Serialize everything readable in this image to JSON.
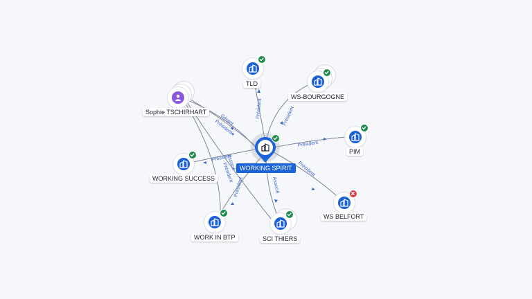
{
  "colors": {
    "accent": "#1b63d8",
    "company": "#1b5fd6",
    "person": "#8a56e0",
    "ok": "#1f8a4c",
    "ko": "#d63a4a",
    "edge_label": "#3b66c4"
  },
  "center": {
    "label": "WORKING SPIRIT",
    "icon": "building-icon",
    "status": "ok"
  },
  "nodes": [
    {
      "id": "tld",
      "label": "TLD",
      "type": "company",
      "status": "ok"
    },
    {
      "id": "wsbourgogne",
      "label": "WS-BOURGOGNE",
      "type": "company",
      "status": "ok"
    },
    {
      "id": "pim",
      "label": "PIM",
      "type": "company",
      "status": "ok"
    },
    {
      "id": "wsbelfort",
      "label": "WS BELFORT",
      "type": "company",
      "status": "ko"
    },
    {
      "id": "scithiers",
      "label": "SCI THIERS",
      "type": "company",
      "status": "ok"
    },
    {
      "id": "workinbtp",
      "label": "WORK IN BTP",
      "type": "company",
      "status": "ok"
    },
    {
      "id": "workingsuccess",
      "label": "WORKING SUCCESS",
      "type": "company",
      "status": "ok"
    },
    {
      "id": "sophie",
      "label": "Sophie TSCHIRHART",
      "type": "person",
      "status": "none"
    }
  ],
  "edges": [
    {
      "id": "e_tld",
      "label": "Président"
    },
    {
      "id": "e_wsb",
      "label": "Président"
    },
    {
      "id": "e_pim",
      "label": "Président"
    },
    {
      "id": "e_belfort",
      "label": "Président"
    },
    {
      "id": "e_sci",
      "label": "Associé"
    },
    {
      "id": "e_btp",
      "label": "Président"
    },
    {
      "id": "e_ws",
      "label": "Président"
    },
    {
      "id": "e_soph1",
      "label": "Gérant"
    },
    {
      "id": "e_soph2",
      "label": "Président"
    },
    {
      "id": "e_soph3",
      "label": "Associé"
    },
    {
      "id": "e_soph4",
      "label": "Président"
    }
  ]
}
